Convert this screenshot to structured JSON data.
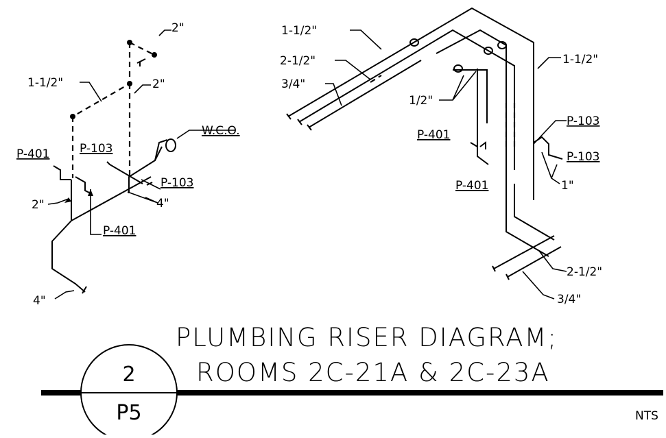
{
  "labels": {
    "l_2in_top": "2\"",
    "l_112_left": "1-1/2\"",
    "l_2in_mid": "2\"",
    "l_wco": "W.C.O.",
    "l_p401_left": "P-401",
    "l_p103_left": "P-103",
    "l_p103_left2": "P-103",
    "l_2in_left": "2\"",
    "l_4in_a": "4\"",
    "l_p401_bottom": "P-401",
    "l_4in_b": "4\"",
    "r_112_a": "1-1/2\"",
    "r_212_a": "2-1/2\"",
    "r_34_a": "3/4\"",
    "r_12": "1/2\"",
    "r_112_b": "1-1/2\"",
    "r_p103_a": "P-103",
    "r_p401_a": "P-401",
    "r_p103_b": "P-103",
    "r_p401_b": "P-401",
    "r_1in": "1\"",
    "r_212_b": "2-1/2\"",
    "r_34_b": "3/4\""
  },
  "title_block": {
    "title_line1": "PLUMBING RISER DIAGRAM;",
    "title_line2": "ROOMS 2C-21A & 2C-23A",
    "detail_number": "2",
    "sheet_number": "P5",
    "scale": "NTS"
  }
}
